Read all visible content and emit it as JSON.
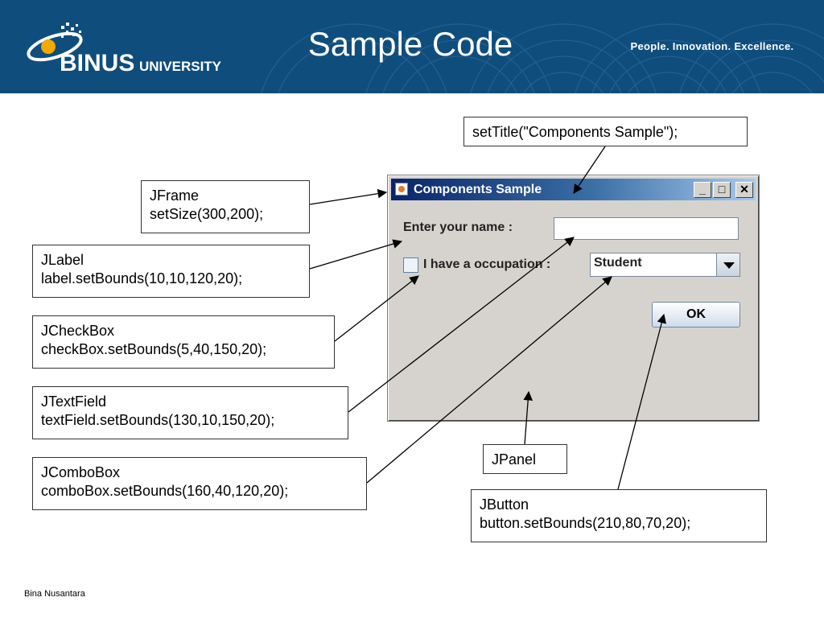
{
  "header": {
    "brand_name": "BINUS",
    "brand_suffix": "UNIVERSITY",
    "slide_title": "Sample Code",
    "tagline": "People. Innovation. Excellence."
  },
  "callouts": {
    "title": {
      "line1": "setTitle(\"Components Sample\");"
    },
    "frame": {
      "line1": "JFrame",
      "line2": "setSize(300,200);"
    },
    "label": {
      "line1": "JLabel",
      "line2": "label.setBounds(10,10,120,20);"
    },
    "checkbox": {
      "line1": "JCheckBox",
      "line2": "checkBox.setBounds(5,40,150,20);"
    },
    "textfield": {
      "line1": "JTextField",
      "line2": "textField.setBounds(130,10,150,20);"
    },
    "combobox": {
      "line1": "JComboBox",
      "line2": "comboBox.setBounds(160,40,120,20);"
    },
    "panel": {
      "line1": "JPanel"
    },
    "button": {
      "line1": "JButton",
      "line2": "button.setBounds(210,80,70,20);"
    }
  },
  "window": {
    "title": "Components Sample",
    "controls": {
      "minimize": "_",
      "maximize": "□",
      "close": "✕"
    },
    "name_label": "Enter your name :",
    "name_value": "",
    "checkbox_label": "I have a occupation :",
    "checkbox_checked": false,
    "combo_selected": "Student",
    "ok_button": "OK"
  },
  "footer": {
    "text": "Bina Nusantara"
  },
  "colors": {
    "banner": "#0f4d7d",
    "logo_orange": "#f2a900"
  }
}
